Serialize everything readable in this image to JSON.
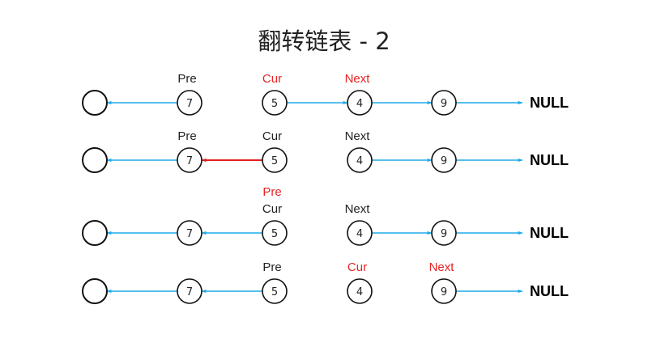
{
  "title": "翻转链表 - 2",
  "colors": {
    "arrow": "#1EAAE8",
    "highlight_arrow": "#E31E1E",
    "highlight_label": "#E62424",
    "label": "#222222",
    "node_stroke": "#111111"
  },
  "null_label": "NULL",
  "rows": [
    {
      "nodes": [
        "",
        "7",
        "5",
        "4",
        "9"
      ],
      "links": [
        {
          "from": 1,
          "to": 0,
          "color": "arrow"
        },
        {
          "from": 2,
          "to": 3,
          "color": "arrow"
        },
        {
          "from": 3,
          "to": 4,
          "color": "arrow"
        },
        {
          "from": 4,
          "to": "null",
          "color": "arrow"
        }
      ],
      "labels": [
        {
          "node": 1,
          "lines": [
            {
              "text": "Pre",
              "color": "label"
            }
          ]
        },
        {
          "node": 2,
          "lines": [
            {
              "text": "Cur",
              "color": "highlight_label"
            }
          ]
        },
        {
          "node": 3,
          "lines": [
            {
              "text": "Next",
              "color": "highlight_label"
            }
          ]
        }
      ]
    },
    {
      "nodes": [
        "",
        "7",
        "5",
        "4",
        "9"
      ],
      "links": [
        {
          "from": 1,
          "to": 0,
          "color": "arrow"
        },
        {
          "from": 2,
          "to": 1,
          "color": "highlight_arrow"
        },
        {
          "from": 3,
          "to": 4,
          "color": "arrow"
        },
        {
          "from": 4,
          "to": "null",
          "color": "arrow"
        }
      ],
      "labels": [
        {
          "node": 1,
          "lines": [
            {
              "text": "Pre",
              "color": "label"
            }
          ]
        },
        {
          "node": 2,
          "lines": [
            {
              "text": "Cur",
              "color": "label"
            }
          ]
        },
        {
          "node": 3,
          "lines": [
            {
              "text": "Next",
              "color": "label"
            }
          ]
        }
      ]
    },
    {
      "nodes": [
        "",
        "7",
        "5",
        "4",
        "9"
      ],
      "links": [
        {
          "from": 1,
          "to": 0,
          "color": "arrow"
        },
        {
          "from": 2,
          "to": 1,
          "color": "arrow"
        },
        {
          "from": 3,
          "to": 4,
          "color": "arrow"
        },
        {
          "from": 4,
          "to": "null",
          "color": "arrow"
        }
      ],
      "labels": [
        {
          "node": 2,
          "lines": [
            {
              "text": "Pre",
              "color": "highlight_label"
            },
            {
              "text": "Cur",
              "color": "label"
            }
          ]
        },
        {
          "node": 3,
          "lines": [
            {
              "text": "Next",
              "color": "label"
            }
          ]
        }
      ]
    },
    {
      "nodes": [
        "",
        "7",
        "5",
        "4",
        "9"
      ],
      "links": [
        {
          "from": 1,
          "to": 0,
          "color": "arrow"
        },
        {
          "from": 2,
          "to": 1,
          "color": "arrow"
        },
        {
          "from": 4,
          "to": "null",
          "color": "arrow"
        }
      ],
      "labels": [
        {
          "node": 2,
          "lines": [
            {
              "text": "Pre",
              "color": "label"
            }
          ]
        },
        {
          "node": 3,
          "lines": [
            {
              "text": "Cur",
              "color": "highlight_label"
            }
          ]
        },
        {
          "node": 4,
          "lines": [
            {
              "text": "Next",
              "color": "highlight_label"
            }
          ]
        }
      ]
    }
  ]
}
